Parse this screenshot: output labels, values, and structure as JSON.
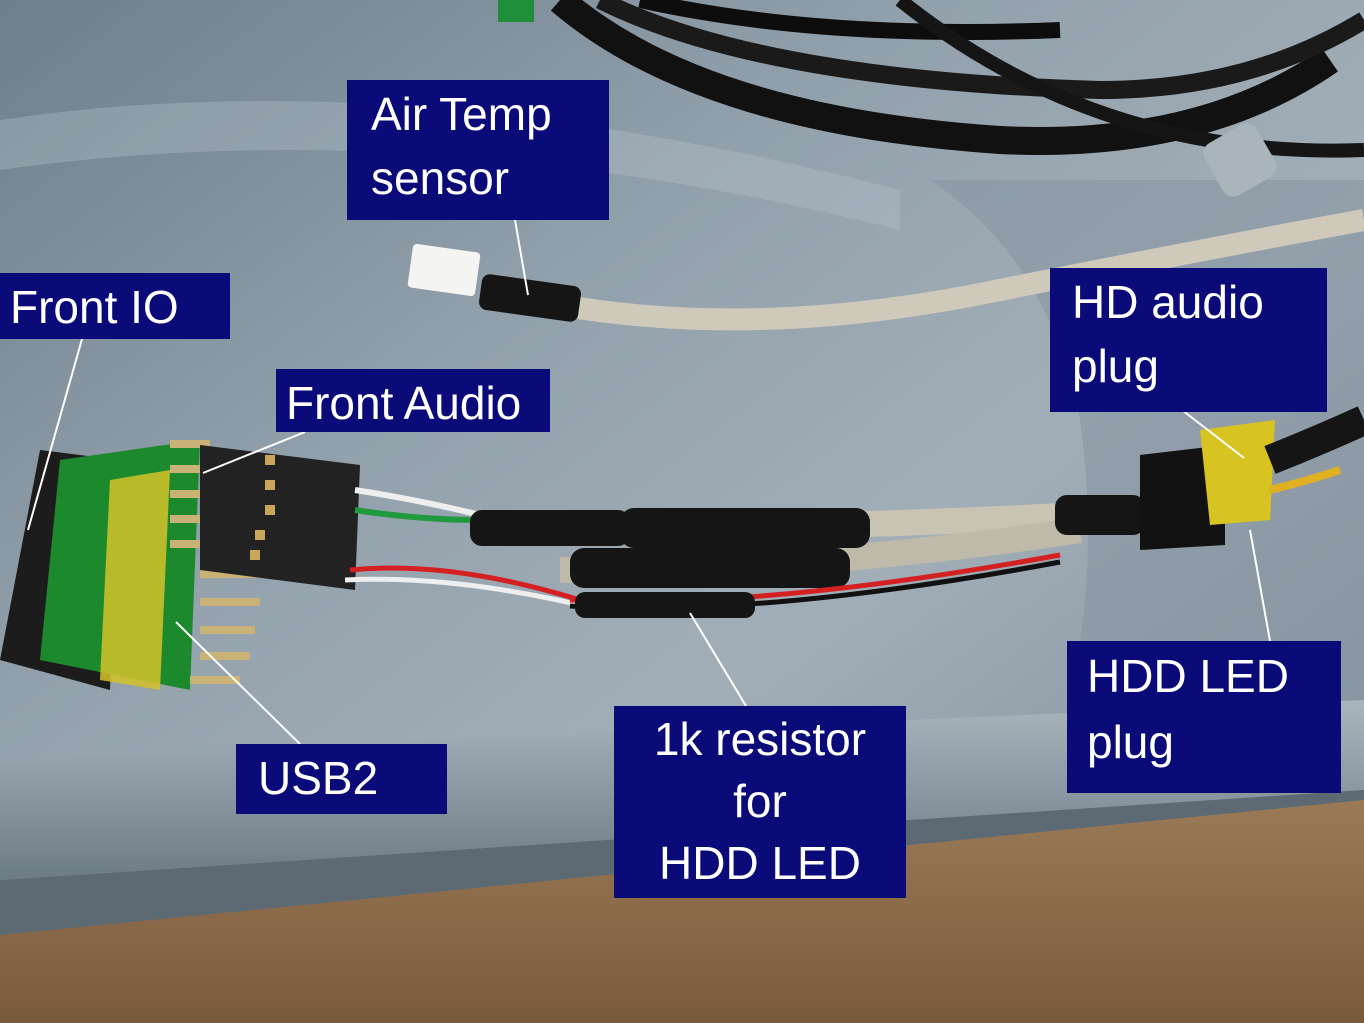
{
  "image": {
    "subject": "pc-front-panel-cable-adapter",
    "colors": {
      "callout_bg": "#0a0a78",
      "callout_text": "#ffffff",
      "metal": "#8d9aa5",
      "wood": "#8a6a48",
      "pcb_green": "#1c8a2c",
      "pcb_yellow": "#d4c22a",
      "cable_grey": "#c9c3b3",
      "heatshrink": "#151515"
    }
  },
  "labels": {
    "air_temp": [
      "Air Temp",
      "sensor"
    ],
    "front_io": "Front IO",
    "front_audio": "Front Audio",
    "hd_audio": [
      "HD audio",
      "plug"
    ],
    "usb2": "USB2",
    "resistor": [
      "1k resistor",
      "for",
      "HDD LED"
    ],
    "hdd_led": [
      "HDD LED",
      "plug"
    ]
  }
}
